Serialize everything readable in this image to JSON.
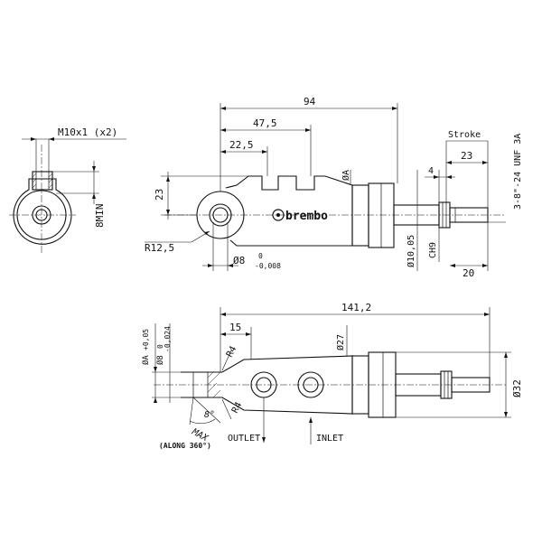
{
  "labels": {
    "thread_ports": "M10x1 (x2)",
    "min_depth": "8MIN",
    "dim_94": "94",
    "dim_47_5": "47,5",
    "dim_22_5": "22,5",
    "dim_23_left": "23",
    "phi_a": "ØA",
    "radius_12_5": "R12,5",
    "bore_8": "Ø8",
    "bore_8_tol_upper": "0",
    "bore_8_tol_lower": "-0,008",
    "dim_10_05": "Ø10,05",
    "ch9": "CH9",
    "stroke": "Stroke",
    "dim_23_stroke": "23",
    "dim_4": "4",
    "thread_rod": "3-8\"-24 UNF 3A",
    "dim_20": "20",
    "dim_141_2": "141,2",
    "dim_15": "15",
    "dim_27": "Ø27",
    "phi_a_lower": "ØA",
    "phi_a_tol": "+0,05",
    "phi_8_lower": "Ø8",
    "phi_8_tol_upper": "0",
    "phi_8_tol_lower": "-0,024",
    "r4_top": "R4",
    "r4_bottom": "R4",
    "angle_8": "8°",
    "max": "MAX",
    "along": "(ALONG 360°)",
    "outlet": "OUTLET",
    "inlet": "INLET",
    "dim_32": "Ø32",
    "brand": "brembo"
  }
}
